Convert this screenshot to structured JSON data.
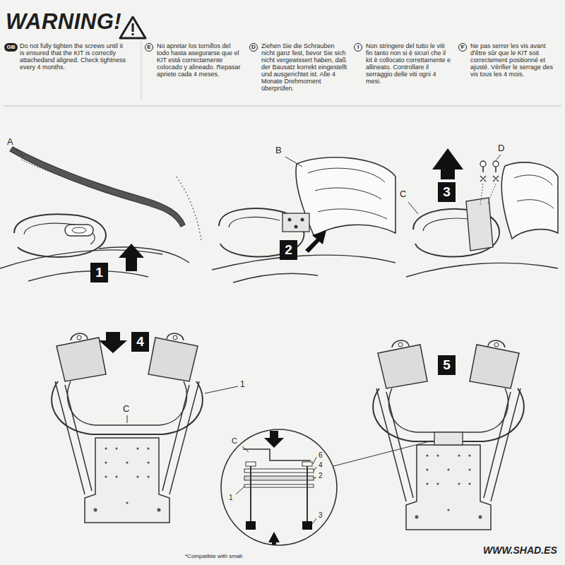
{
  "diagram": {
    "title": "WARNING!",
    "nodes": [
      {
        "text": [
          "GB"
        ]
      },
      {
        "text": [
          "E"
        ]
      },
      {
        "text": [
          "D"
        ]
      },
      {
        "text": [
          "I"
        ]
      },
      {
        "text": [
          "F"
        ]
      },
      {
        "text": [
          "1"
        ]
      },
      {
        "text": [
          "2"
        ]
      },
      {
        "text": [
          "3"
        ]
      },
      {
        "text": [
          "4"
        ]
      },
      {
        "text": [
          "5"
        ]
      }
    ],
    "labels": [
      "Do not fully tighten the screws until it is ensured that the KIT is correctly attachedand aligned. Check tightness every 4 months.",
      "No apretar los tornillos del todo hasta asegurarse que el KIT está correctamente colocado y alineado. Repasar apriete cada 4 meses.",
      "Ziehen Sie die Schrauben nicht ganz fest, bevor Sie sich nicht vergewissert haben, daß der Bausatz korrekt eingestellt und ausgerichtet ist. Alle 4 Monate Drehmoment überprüfen.",
      "Non stringere del tutto le viti fin tanto non si è sicuri che il kit è collocato correttamente e allineato. Controllare il serraggio delle viti ogni 4 mesi.",
      "Ne pas serrer les vis avant d'être sûr que le KIT soit correctement positionné et ajusté. Vérifier le serrage des vis tous les 4 mois.",
      "A",
      "B",
      "C",
      "D",
      "C",
      "1",
      "C",
      "6",
      "4",
      "2",
      "1",
      "3",
      "*Compatible with small",
      "WWW.SHAD.ES"
    ]
  }
}
